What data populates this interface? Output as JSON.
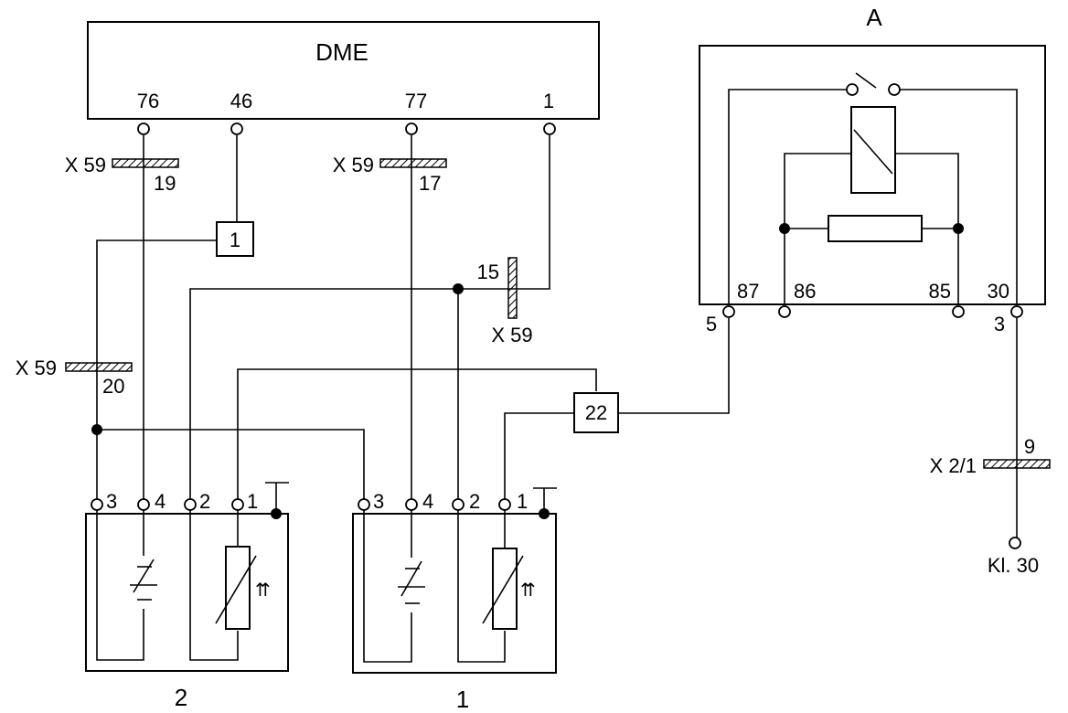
{
  "dme": {
    "title": "DME",
    "pins": [
      "76",
      "46",
      "77",
      "1"
    ]
  },
  "relay": {
    "label": "A",
    "terminals": [
      "87",
      "86",
      "85",
      "30"
    ],
    "pin_numbers": [
      "5",
      "3"
    ]
  },
  "connectors": {
    "x59_a": {
      "name": "X 59",
      "pin": "19"
    },
    "x59_b": {
      "name": "X 59",
      "pin": "17"
    },
    "x59_c": {
      "name": "X 59",
      "pin": "15"
    },
    "x59_d": {
      "name": "X 59",
      "pin": "20"
    },
    "x21": {
      "name": "X 2/1",
      "pin": "9"
    }
  },
  "splices": {
    "s1": "1",
    "s22": "22"
  },
  "sensor2": {
    "label": "2",
    "pins": [
      "3",
      "4",
      "2",
      "1"
    ]
  },
  "sensor1": {
    "label": "1",
    "pins": [
      "3",
      "4",
      "2",
      "1"
    ]
  },
  "terminal_kl30": "Kl. 30"
}
